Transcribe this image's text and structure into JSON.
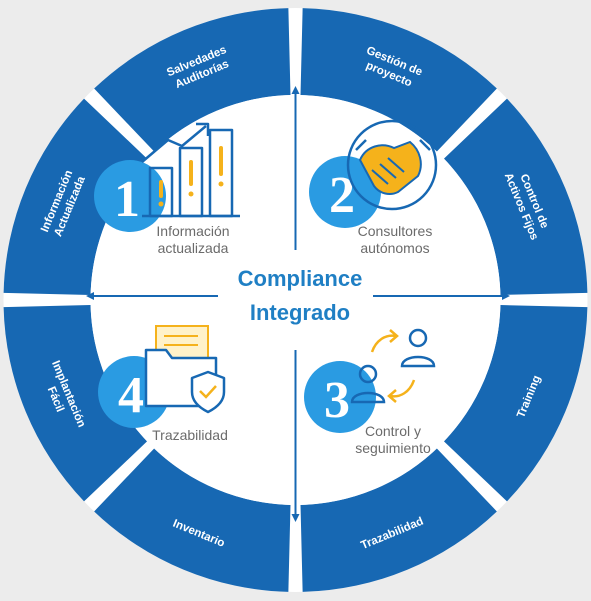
{
  "center": {
    "line1": "Compliance",
    "line2": "Integrado"
  },
  "ring_segments": [
    {
      "id": "gestion",
      "lines": [
        "Gestión de",
        "proyecto"
      ]
    },
    {
      "id": "activos",
      "lines": [
        "Control de",
        "Activos Fijos"
      ]
    },
    {
      "id": "training",
      "lines": [
        "Training"
      ]
    },
    {
      "id": "trazabilidad",
      "lines": [
        "Trazabilidad"
      ]
    },
    {
      "id": "inventario",
      "lines": [
        "Inventario"
      ]
    },
    {
      "id": "implantacion",
      "lines": [
        "Implantación",
        "Fácil"
      ]
    },
    {
      "id": "informacion",
      "lines": [
        "Información",
        "Actualizada"
      ]
    },
    {
      "id": "salvedades",
      "lines": [
        "Salvedades",
        "Auditorías"
      ]
    }
  ],
  "quadrants": [
    {
      "number": "1",
      "lines": [
        "Información",
        "actualizada"
      ],
      "icon": "bar-chart-growth-icon"
    },
    {
      "number": "2",
      "lines": [
        "Consultores",
        "autónomos"
      ],
      "icon": "handshake-icon"
    },
    {
      "number": "3",
      "lines": [
        "Control y",
        "seguimiento"
      ],
      "icon": "user-exchange-icon"
    },
    {
      "number": "4",
      "lines": [
        "Trazabilidad"
      ],
      "icon": "folder-shield-icon"
    }
  ],
  "colors": {
    "ring": "#1768b3",
    "gap": "#ffffff",
    "badge": "#2a9be2",
    "accent": "#f5b21b",
    "title": "#1f7fc4",
    "icon_line": "#1768b3",
    "text": "#6b6b6b"
  }
}
